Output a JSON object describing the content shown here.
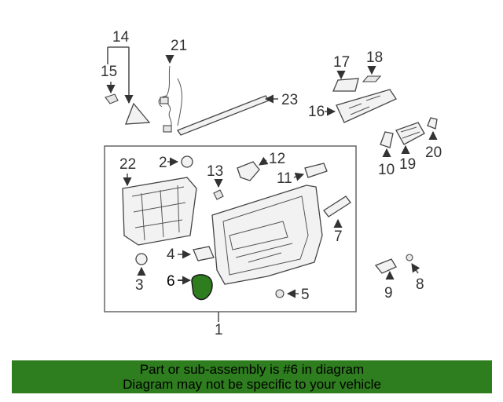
{
  "callouts": {
    "n1": "1",
    "n2": "2",
    "n3": "3",
    "n4": "4",
    "n5": "5",
    "n6": "6",
    "n7": "7",
    "n8": "8",
    "n9": "9",
    "n10": "10",
    "n11": "11",
    "n12": "12",
    "n13": "13",
    "n14": "14",
    "n15": "15",
    "n16": "16",
    "n17": "17",
    "n18": "18",
    "n19": "19",
    "n20": "20",
    "n21": "21",
    "n22": "22",
    "n23": "23"
  },
  "highlight": {
    "part_number": "6",
    "color": "#2e7d1e"
  },
  "banner": {
    "line1": "Part or sub-assembly is #6 in diagram",
    "line2": "Diagram may not be specific to your vehicle",
    "background": "#2e7d1e"
  }
}
